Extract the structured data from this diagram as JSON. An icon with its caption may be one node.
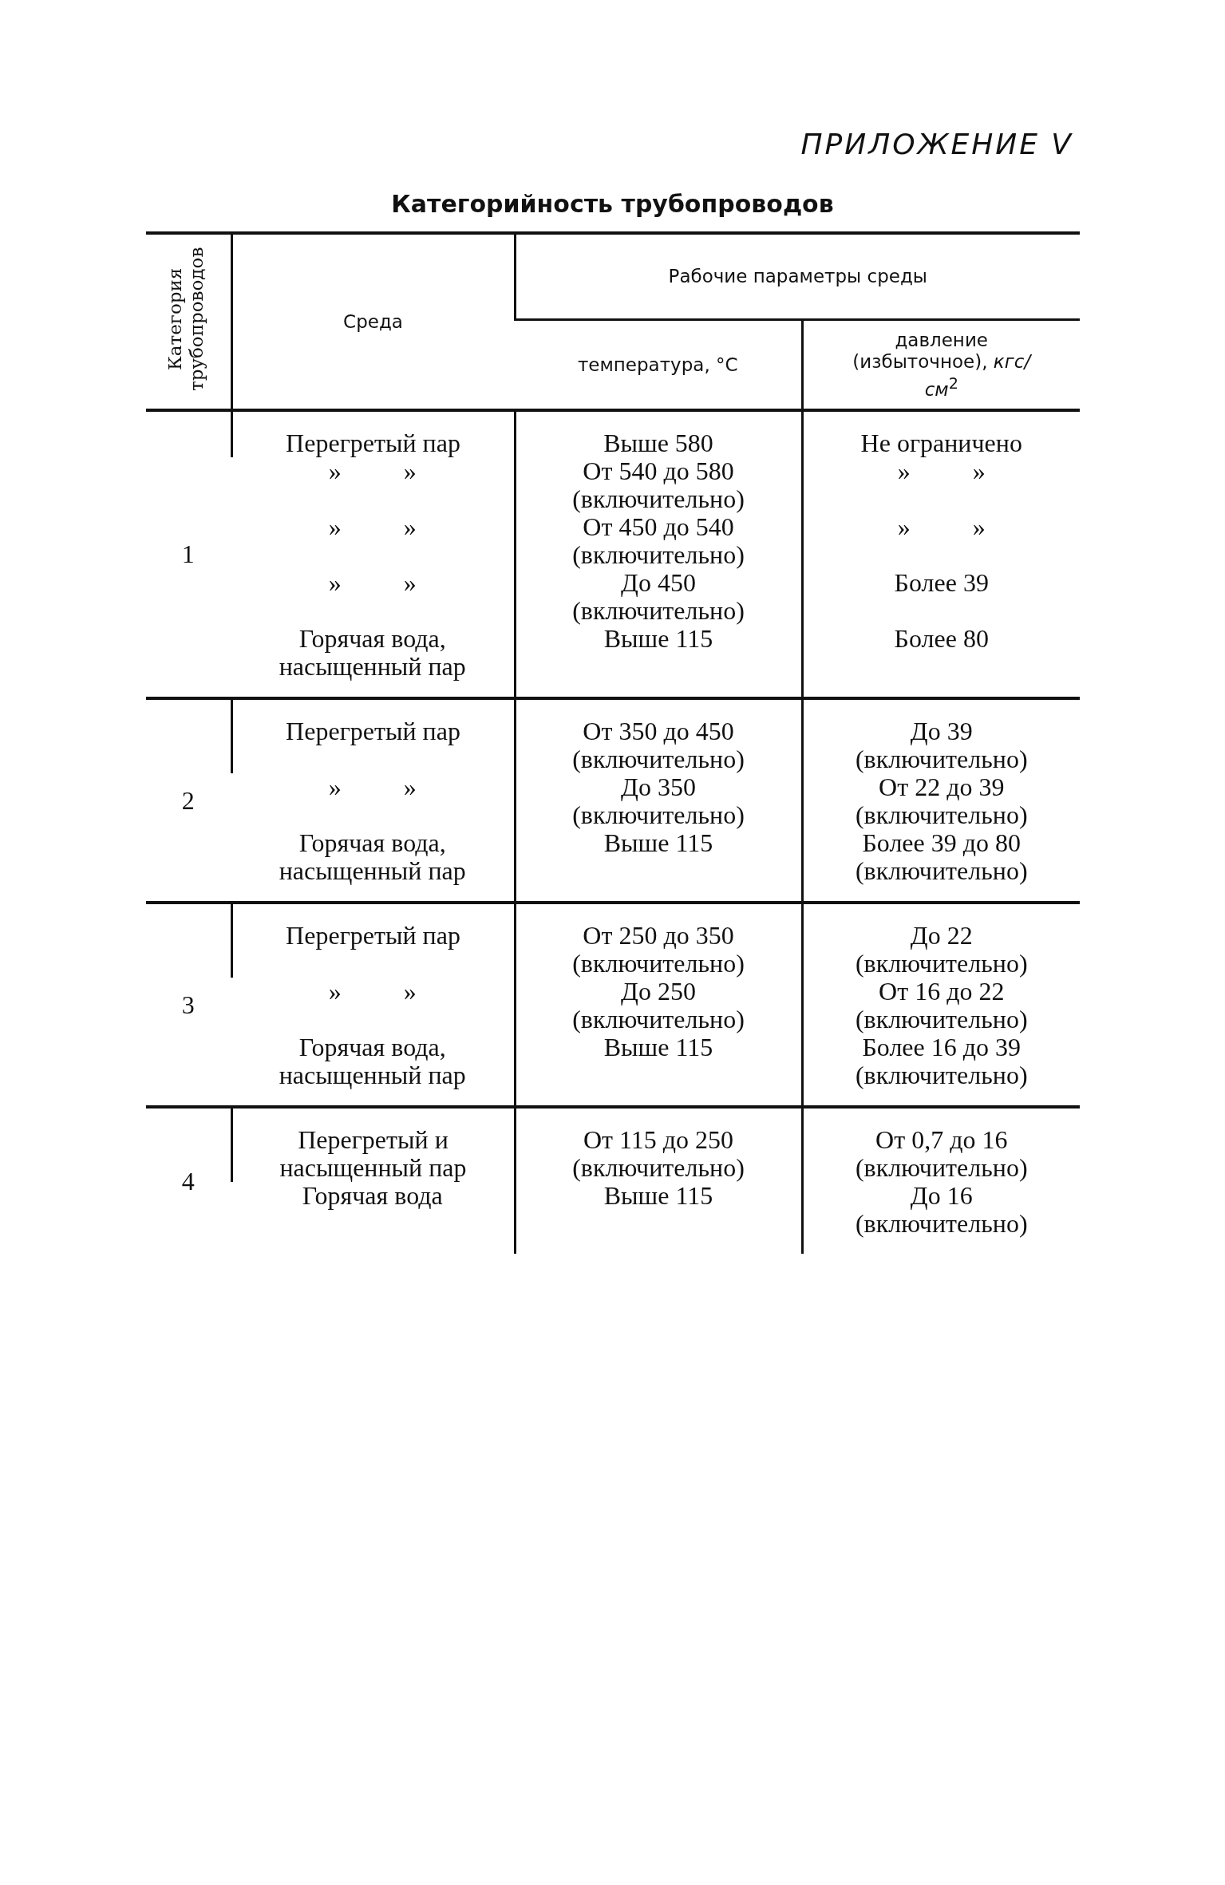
{
  "diagram": {
    "title": "Категорийность трубопроводов",
    "labels": [
      "ПРИЛОЖЕНИЕ V",
      "Категория трубопроводов",
      "Среда",
      "Рабочие параметры среды",
      "температура, °С",
      "давление (избыточное), *кгс/см*$^{2}$",
      "1",
      "Перегретый пар",
      "Выше 580",
      "Не ограничено",
      "» »",
      "От 540 до 580 (включительно)",
      "» »",
      "» »",
      "От 450 до 540 (включительно)",
      "» »",
      "» »",
      "До 450 (включительно)",
      "Более 39",
      "Горячая вода, насыщенный пар",
      "Выше 115",
      "Более 80",
      "2",
      "Перегретый пар",
      "От 350 до 450 (включительно)",
      "До 39 (включительно)",
      "» »",
      "До 350 (включительно)",
      "От 22 до 39 (включительно)",
      "Горячая вода, насыщенный пар",
      "Выше 115",
      "Более 39 до 80 (включительно)",
      "3",
      "Перегретый пар",
      "От 250 до 350 (включительно)",
      "До 22 (включительно)",
      "» »",
      "До 250 (включительно)",
      "От 16 до 22 (включительно)",
      "Горячая вода, насыщенный пар",
      "Выше 115",
      "Более 16 до 39 (включительно)",
      "4",
      "Перегретый и насыщенный пар",
      "От 115 до 250 (включительно)",
      "От 0,7 до 16 (включительно)",
      "Горячая вода",
      "Выше 115",
      "До 16 (включительно)"
    ]
  }
}
